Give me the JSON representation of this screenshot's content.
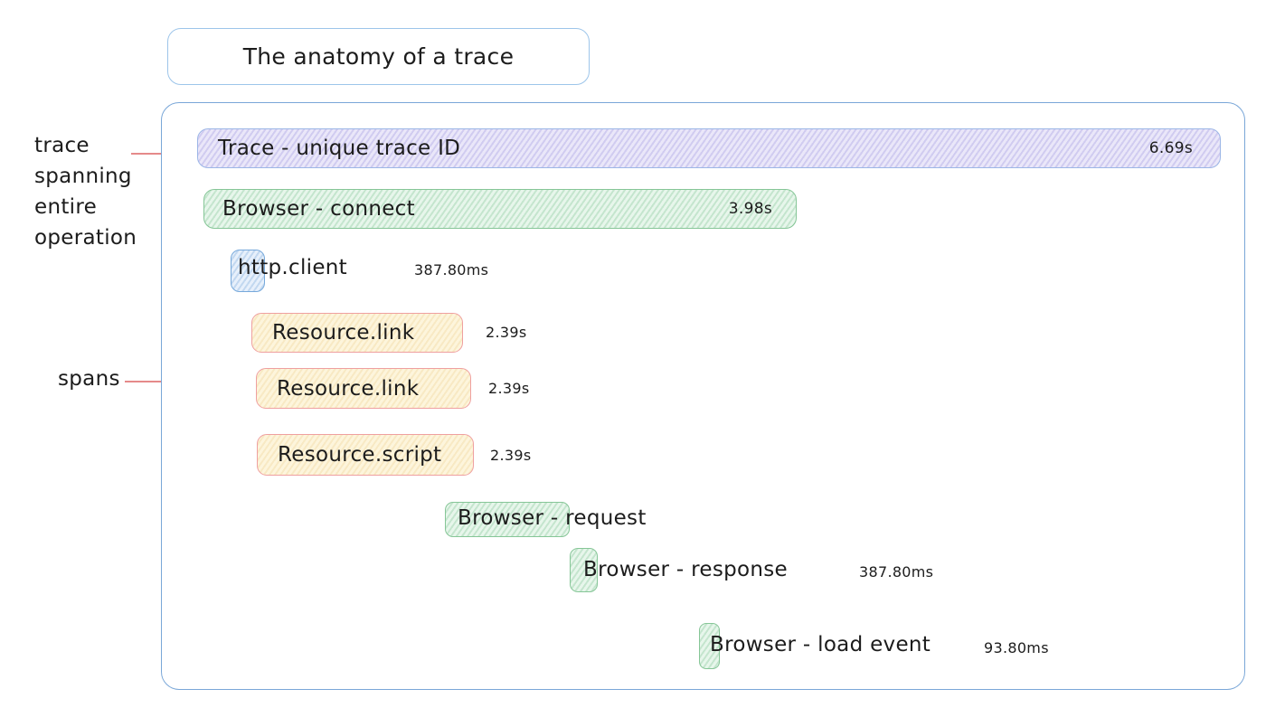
{
  "title": "The anatomy of a trace",
  "annotations": {
    "trace_note_lines": [
      "trace",
      "spanning",
      "entire",
      "operation"
    ],
    "spans_note": "spans"
  },
  "spans": [
    {
      "id": "trace",
      "label": "Trace - unique trace ID",
      "duration": "6.69s",
      "color_fill": "#eae7f9",
      "color_border": "#9cb6e6"
    },
    {
      "id": "browser-connect",
      "label": "Browser - connect",
      "duration": "3.98s",
      "color_fill": "#e7f6eb",
      "color_border": "#86c697"
    },
    {
      "id": "http-client",
      "label": "http.client",
      "duration": "387.80ms",
      "color_fill": "#e7f0fb",
      "color_border": "#77a9db"
    },
    {
      "id": "resource-link-1",
      "label": "Resource.link",
      "duration": "2.39s",
      "color_fill": "#fdf5dc",
      "color_border": "#efa0a0"
    },
    {
      "id": "resource-link-2",
      "label": "Resource.link",
      "duration": "2.39s",
      "color_fill": "#fdf5dc",
      "color_border": "#efa0a0"
    },
    {
      "id": "resource-script",
      "label": "Resource.script",
      "duration": "2.39s",
      "color_fill": "#fdf5dc",
      "color_border": "#efa0a0"
    },
    {
      "id": "browser-request",
      "label": "Browser - request",
      "duration": "",
      "color_fill": "#e7f6eb",
      "color_border": "#86c697"
    },
    {
      "id": "browser-response",
      "label": "Browser - response",
      "duration": "387.80ms",
      "color_fill": "#e7f6eb",
      "color_border": "#86c697"
    },
    {
      "id": "browser-load-event",
      "label": "Browser - load event",
      "duration": "93.80ms",
      "color_fill": "#e7f6eb",
      "color_border": "#86c697"
    }
  ],
  "colors": {
    "frame_border": "#7aa7d8",
    "title_border": "#9dc5ea",
    "annotation_line": "#e58a8a",
    "text": "#1c1c1c"
  }
}
